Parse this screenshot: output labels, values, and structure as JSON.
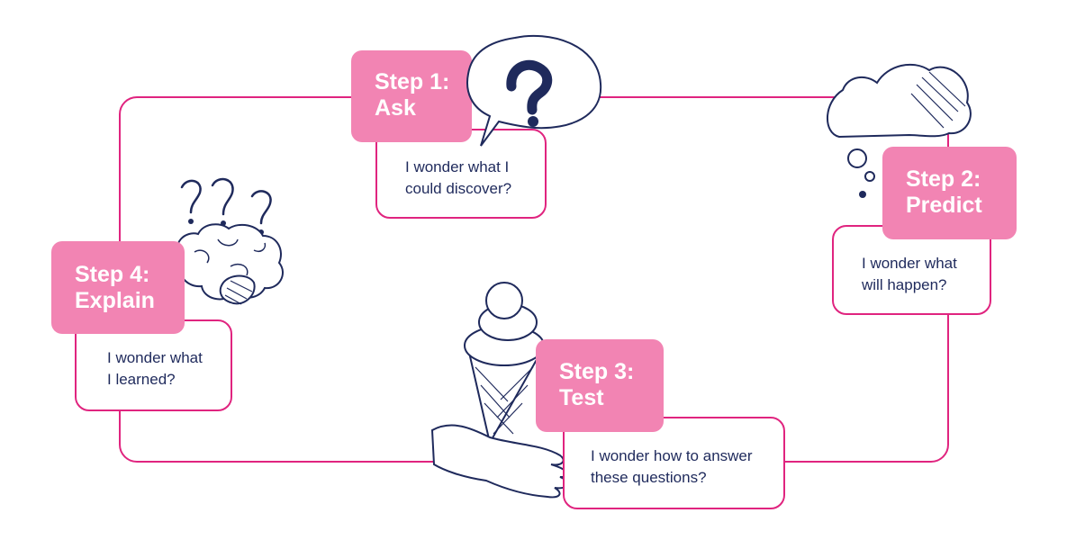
{
  "steps": [
    {
      "label_line1": "Step 1:",
      "label_line2": "Ask",
      "text_line1": "I wonder what I",
      "text_line2": "could discover?",
      "icon": "question-speech-bubble-icon"
    },
    {
      "label_line1": "Step 2:",
      "label_line2": "Predict",
      "text_line1": "I wonder what",
      "text_line2": "will happen?",
      "icon": "thought-cloud-icon"
    },
    {
      "label_line1": "Step 3:",
      "label_line2": "Test",
      "text_line1": "I wonder how to answer",
      "text_line2": "these questions?",
      "icon": "ice-cream-hand-icon"
    },
    {
      "label_line1": "Step 4:",
      "label_line2": "Explain",
      "text_line1": "I wonder what",
      "text_line2": "I learned?",
      "icon": "brain-question-marks-icon"
    }
  ],
  "colors": {
    "accent": "#e0247f",
    "label_fill": "#f284b3",
    "ink": "#1f2a5c",
    "text": "#1f2a5c"
  }
}
